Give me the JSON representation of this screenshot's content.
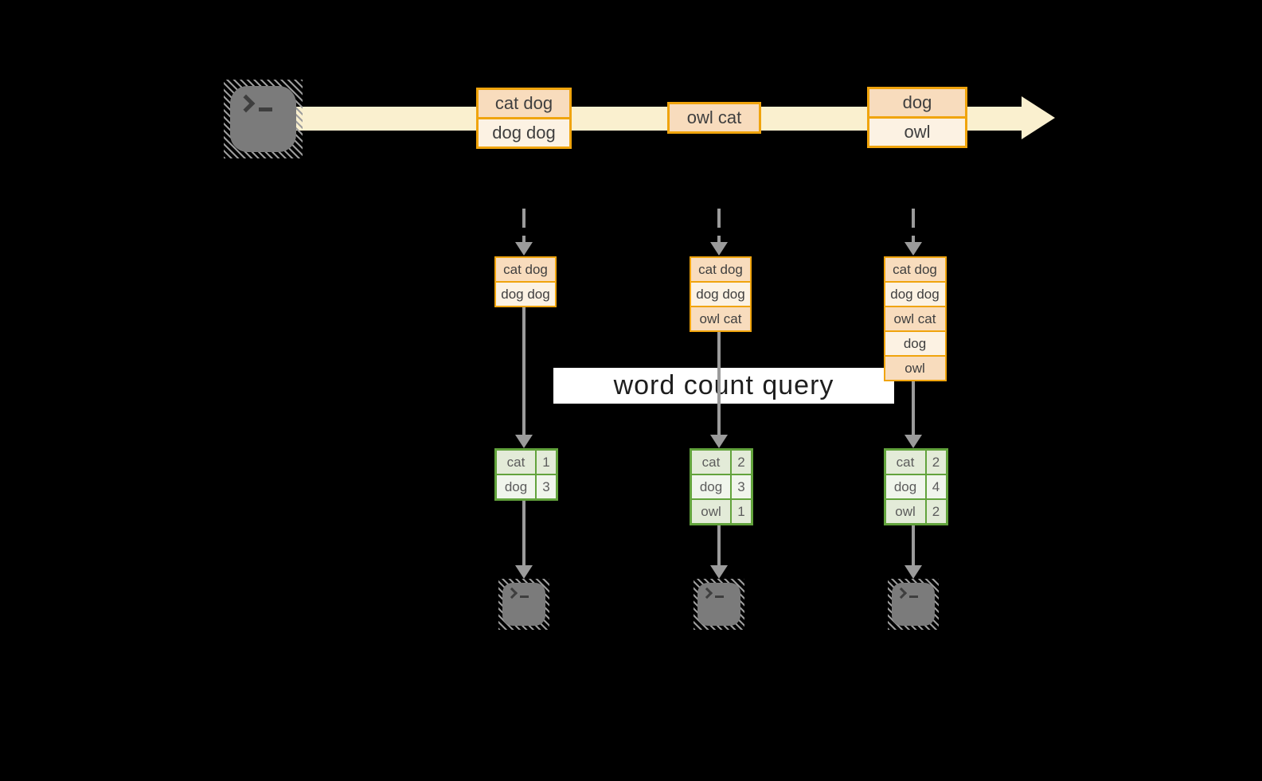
{
  "query_label": "word count query",
  "icons": {
    "source": "terminal-icon",
    "outputs": [
      "terminal-icon",
      "terminal-icon",
      "terminal-icon"
    ],
    "prompt": "chevron-underscore-prompt"
  },
  "colors": {
    "background": "#000000",
    "band": "#FAF0CF",
    "box_border": "#F0A40D",
    "cell_peach": "#F8DCBD",
    "cell_cream": "#FCF2E3",
    "green_border": "#62A33C",
    "green_cell_dark": "#E3EBD8",
    "green_cell_light": "#F0F5EC",
    "arrow": "#9B9B9B",
    "icon_fill": "#7B7B7B",
    "icon_hatch": "#9C9C9C",
    "prompt_color": "#3E3E3E",
    "text_dark": "#3F3F3F",
    "green_text": "#5C5C5C",
    "query_bg": "#FFFFFF",
    "query_text": "#1E1E1E"
  },
  "columns": [
    {
      "event": {
        "rows": [
          "cat dog",
          "dog dog"
        ]
      },
      "state": {
        "rows": [
          "cat dog",
          "dog dog"
        ]
      },
      "result": {
        "rows": [
          {
            "word": "cat",
            "count": "1"
          },
          {
            "word": "dog",
            "count": "3"
          }
        ]
      }
    },
    {
      "event": {
        "rows": [
          "owl cat"
        ]
      },
      "state": {
        "rows": [
          "cat dog",
          "dog dog",
          "owl cat"
        ]
      },
      "result": {
        "rows": [
          {
            "word": "cat",
            "count": "2"
          },
          {
            "word": "dog",
            "count": "3"
          },
          {
            "word": "owl",
            "count": "1"
          }
        ]
      }
    },
    {
      "event": {
        "rows": [
          "dog",
          "owl"
        ]
      },
      "state": {
        "rows": [
          "cat dog",
          "dog dog",
          "owl cat",
          "dog",
          "owl"
        ]
      },
      "result": {
        "rows": [
          {
            "word": "cat",
            "count": "2"
          },
          {
            "word": "dog",
            "count": "4"
          },
          {
            "word": "owl",
            "count": "2"
          }
        ]
      }
    }
  ]
}
